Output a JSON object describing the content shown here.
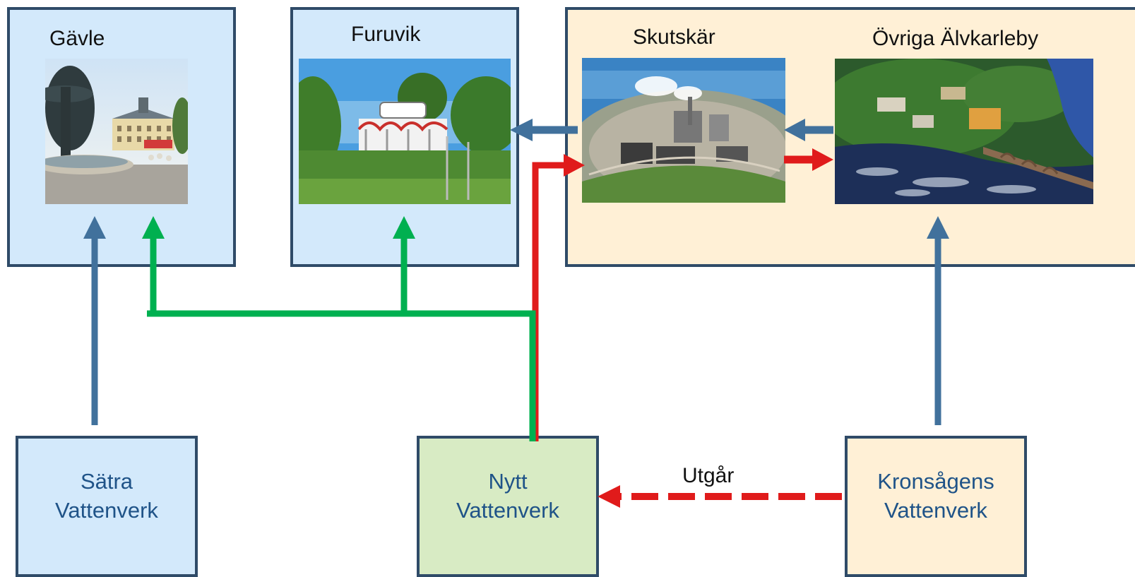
{
  "regions": {
    "gavle": {
      "label": "Gävle",
      "photo": "town-square-fountain-photo"
    },
    "furuvik": {
      "label": "Furuvik",
      "photo": "amusement-park-entrance-photo"
    },
    "skutskar": {
      "label": "Skutskär",
      "photo": "paper-mill-aerial-photo"
    },
    "ovriga": {
      "label": "Övriga Älvkarleby",
      "photo": "river-rapids-aerial-photo"
    }
  },
  "plants": {
    "satra": {
      "line1": "Sätra",
      "line2": "Vattenverk"
    },
    "nytt": {
      "line1": "Nytt",
      "line2": "Vattenverk"
    },
    "kronsagen": {
      "line1": "Kronsågens",
      "line2": "Vattenverk"
    }
  },
  "flows": {
    "decommissioned_label": "Utgår"
  },
  "colors": {
    "existing_supply": "#41719c",
    "new_supply": "#00b050",
    "reserve_supply": "#e01b1b",
    "box_border": "#2f4b68",
    "blue_fill": "#d3e9fb",
    "peach_fill": "#fff0d6",
    "green_fill": "#d8ebc4",
    "plant_text": "#1f5388"
  }
}
